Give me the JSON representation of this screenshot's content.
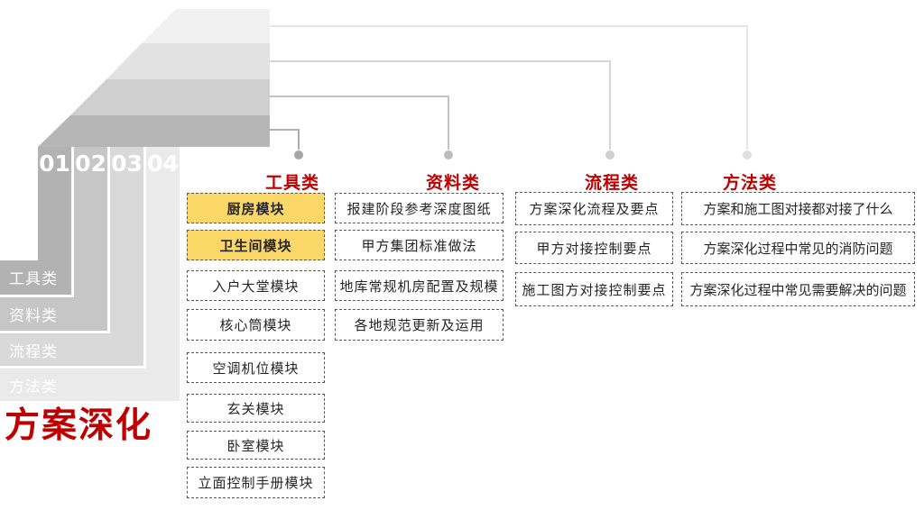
{
  "title": "方案深化",
  "colors": {
    "accent_red": "#c00000",
    "highlight_yellow": "#fbd768",
    "step_grays": [
      "#b2b2b2",
      "#c6c6c6",
      "#d9d9d9",
      "#eaeaea"
    ]
  },
  "step_numbers": [
    "01",
    "02",
    "03",
    "04"
  ],
  "side_labels": [
    "工具类",
    "资料类",
    "流程类",
    "方法类"
  ],
  "columns": [
    {
      "header": "工具类",
      "items": [
        "厨房模块",
        "卫生间模块",
        "入户大堂模块",
        "核心筒模块",
        "空调机位模块",
        "玄关模块",
        "卧室模块",
        "立面控制手册模块"
      ]
    },
    {
      "header": "资料类",
      "items": [
        "报建阶段参考深度图纸",
        "甲方集团标准做法",
        "地库常规机房配置及规模",
        "各地规范更新及运用"
      ]
    },
    {
      "header": "流程类",
      "items": [
        "方案深化流程及要点",
        "甲方对接控制要点",
        "施工图方对接控制要点"
      ]
    },
    {
      "header": "方法类",
      "items": [
        "方案和施工图对接都对接了什么",
        "方案深化过程中常见的消防问题",
        "方案深化过程中常见需要解决的问题"
      ]
    }
  ]
}
